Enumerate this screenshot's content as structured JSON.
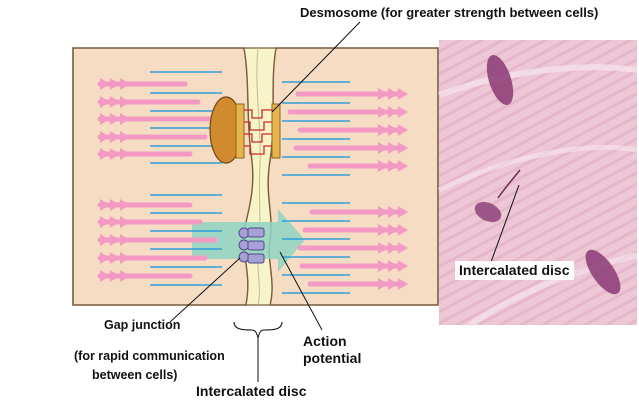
{
  "labels": {
    "desmosome": "Desmosome (for greater strength between cells)",
    "gap_junction": "Gap junction",
    "gap_junction_note_line1": "(for rapid communication",
    "gap_junction_note_line2": "between cells)",
    "action_potential_line1": "Action",
    "action_potential_line2": "potential",
    "intercalated_disc": "Intercalated disc",
    "micrograph_label": "Intercalated disc"
  },
  "colors": {
    "cell_fill": "#f7dcc4",
    "cell_outline": "#7a5a3a",
    "membrane_gap": "#f7f4c8",
    "myofibril": "#f29ac4",
    "filament_line": "#2f9fd8",
    "desmosome_plaque": "#d18a2e",
    "desmosome_fibers": "#c82a2a",
    "gap_junction": "#a7a0d6",
    "action_arrow": "#8fd3c3",
    "micrograph_bg": "#edc7d6",
    "nucleus": "#8a3a74"
  }
}
